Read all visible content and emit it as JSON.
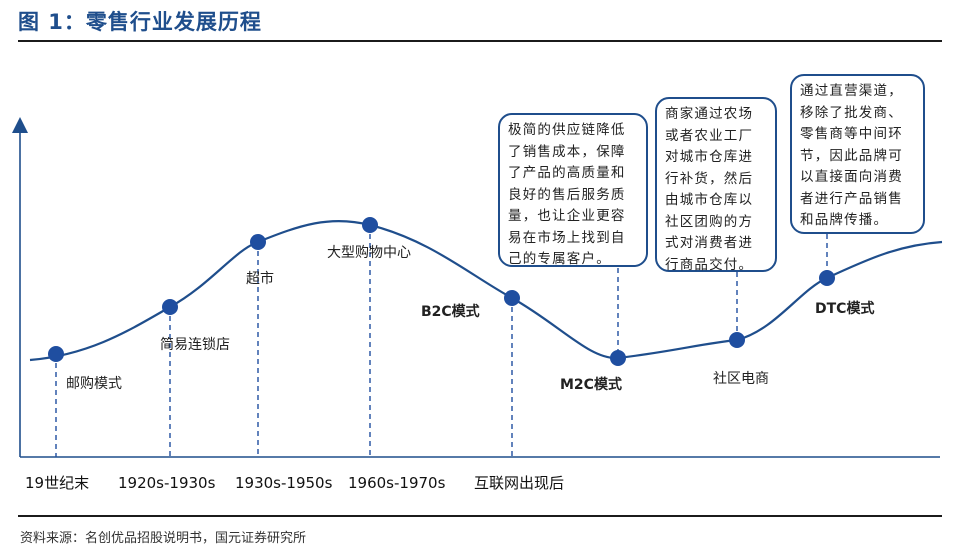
{
  "title": "图 1：零售行业发展历程",
  "source": "资料来源：名创优品招股说明书，国元证券研究所",
  "colors": {
    "curve": "#1f4e8c",
    "dot": "#1f4ea0",
    "axis": "#1f4e8c"
  },
  "stages": [
    {
      "label": "邮购模式",
      "era": "19世纪末"
    },
    {
      "label": "简易连锁店",
      "era": "1920s-1930s"
    },
    {
      "label": "超市",
      "era": "1930s-1950s"
    },
    {
      "label": "大型购物中心",
      "era": "1960s-1970s"
    },
    {
      "label": "B2C模式",
      "era": "互联网出现后"
    },
    {
      "label": "M2C模式",
      "era": ""
    },
    {
      "label": "社区电商",
      "era": ""
    },
    {
      "label": "DTC模式",
      "era": ""
    }
  ],
  "callouts": [
    {
      "lines": [
        "极简的供应链降低",
        "了销售成本，保障",
        "了产品的高质量和",
        "良好的售后服务质",
        "量，也让企业更容",
        "易在市场上找到自",
        "己的专属客户。"
      ]
    },
    {
      "lines": [
        "商家通过农场",
        "或者农业工厂",
        "对城市仓库进",
        "行补货，然后",
        "由城市仓库以",
        "社区团购的方",
        "式对消费者进",
        "行商品交付。"
      ]
    },
    {
      "lines": [
        "通过直营渠道，",
        "移除了批发商、",
        "零售商等中间环",
        "节，因此品牌可",
        "以直接面向消费",
        "者进行产品销售",
        "和品牌传播。"
      ]
    }
  ]
}
